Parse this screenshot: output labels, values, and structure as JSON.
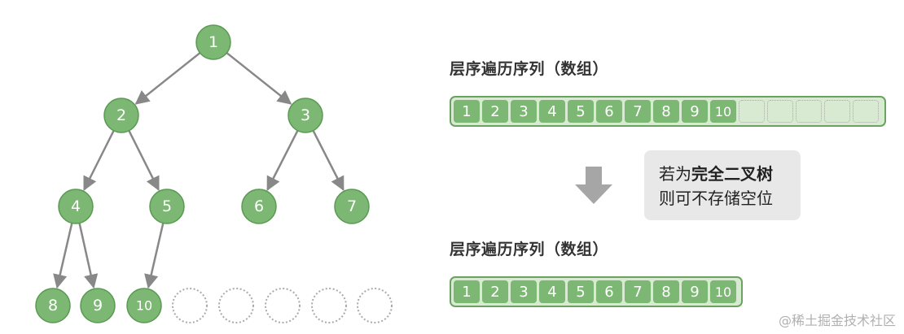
{
  "tree": {
    "nodes": [
      "1",
      "2",
      "3",
      "4",
      "5",
      "6",
      "7",
      "8",
      "9",
      "10"
    ],
    "empty_slots": 5
  },
  "top_array": {
    "label": "层序遍历序列（数组）",
    "values": [
      "1",
      "2",
      "3",
      "4",
      "5",
      "6",
      "7",
      "8",
      "9",
      "10"
    ],
    "empty_count": 5
  },
  "note": {
    "prefix": "若为",
    "bold": "完全二叉树",
    "line2": "则可不存储空位"
  },
  "bottom_array": {
    "label": "层序遍历序列（数组）",
    "values": [
      "1",
      "2",
      "3",
      "4",
      "5",
      "6",
      "7",
      "8",
      "9",
      "10"
    ]
  },
  "watermark": "@稀土掘金技术社区",
  "colors": {
    "node_fill": "#7cb874",
    "node_stroke": "#5a9a52",
    "edge": "#888888",
    "array_bg": "#d9ead3",
    "array_border": "#6aa35f"
  }
}
